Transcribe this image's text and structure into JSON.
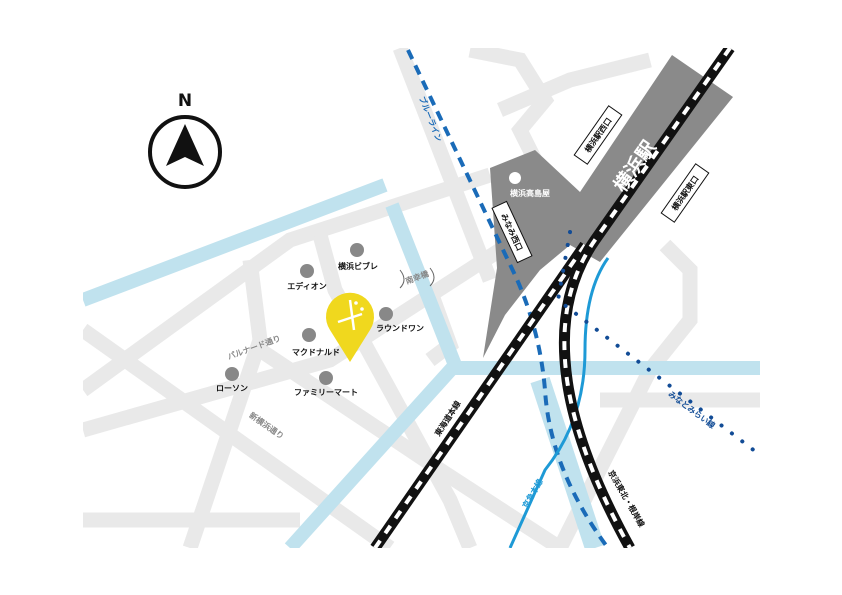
{
  "compass": {
    "label": "N"
  },
  "station": {
    "name": "横浜駅",
    "west_exit": "横浜駅西口",
    "east_exit": "横浜駅東口",
    "south_west_exit": "みなみ西口",
    "department_store": "横浜高島屋"
  },
  "landmarks": [
    {
      "name": "横浜ビブレ"
    },
    {
      "name": "エディオン"
    },
    {
      "name": "ラウンドワン"
    },
    {
      "name": "マクドナルド"
    },
    {
      "name": "ローソン"
    },
    {
      "name": "ファミリーマート"
    }
  ],
  "streets": {
    "parnado": "パルナード通り",
    "shinyokohama": "新横浜通り",
    "minamisaiwai_bridge": "南幸橋"
  },
  "lines": {
    "blue_line": "ブルーライン",
    "tokaido": "東海道本線",
    "keikyu": "京急本線",
    "keihin_tohoku": "京浜東北・根岸線",
    "minatomirai": "みなとみらい線"
  },
  "colors": {
    "pin": "#f0d81e",
    "station": "#8a8a8a",
    "road": "#e9e9e9",
    "river": "#c0e2ee",
    "blue_line": "#1a6bb8",
    "keikyu": "#1e9ad6",
    "minatomirai": "#124c96"
  }
}
